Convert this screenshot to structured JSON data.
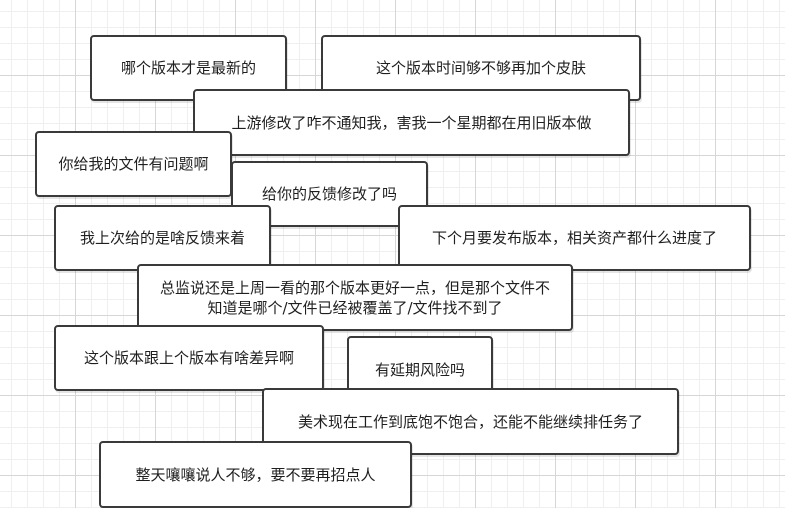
{
  "canvas": {
    "grid_color": "#d6d6d6",
    "border_color": "#3a3a3a"
  },
  "notes": [
    {
      "text": "哪个版本才是最新的"
    },
    {
      "text": "这个版本时间够不够再加个皮肤"
    },
    {
      "text": "上游修改了咋不通知我，害我一个星期都在用旧版本做"
    },
    {
      "text": "你给我的文件有问题啊"
    },
    {
      "text": "给你的反馈修改了吗"
    },
    {
      "text": "我上次给的是啥反馈来着"
    },
    {
      "text": "下个月要发布版本，相关资产都什么进度了"
    },
    {
      "text": "总监说还是上周一看的那个版本更好一点，但是那个文件不知道是哪个/文件已经被覆盖了/文件找不到了"
    },
    {
      "text": "这个版本跟上个版本有啥差异啊"
    },
    {
      "text": "有延期风险吗"
    },
    {
      "text": "美术现在工作到底饱不饱合，还能不能继续排任务了"
    },
    {
      "text": "整天嚷嚷说人不够，要不要再招点人"
    }
  ]
}
